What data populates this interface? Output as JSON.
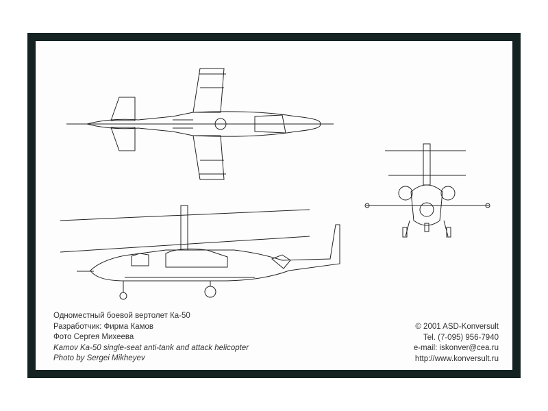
{
  "caption_ru": [
    "Одноместный боевой вертолет Ка-50",
    "Разработчик: Фирма Камов",
    "Фото Сергея Михеева"
  ],
  "caption_en": [
    "Kamov Ka-50 single-seat anti-tank and attack helicopter",
    "Photo by Sergei Mikheyev"
  ],
  "publisher": {
    "copyright": "© 2001 ASD-Konversult",
    "tel": "Tel. (7-095) 956-7940",
    "email": "e-mail: iskonver@cea.ru",
    "web": "http://www.konversult.ru"
  },
  "colors": {
    "frame": "#142222",
    "paper": "#fdfdfd",
    "ink": "#222222"
  }
}
